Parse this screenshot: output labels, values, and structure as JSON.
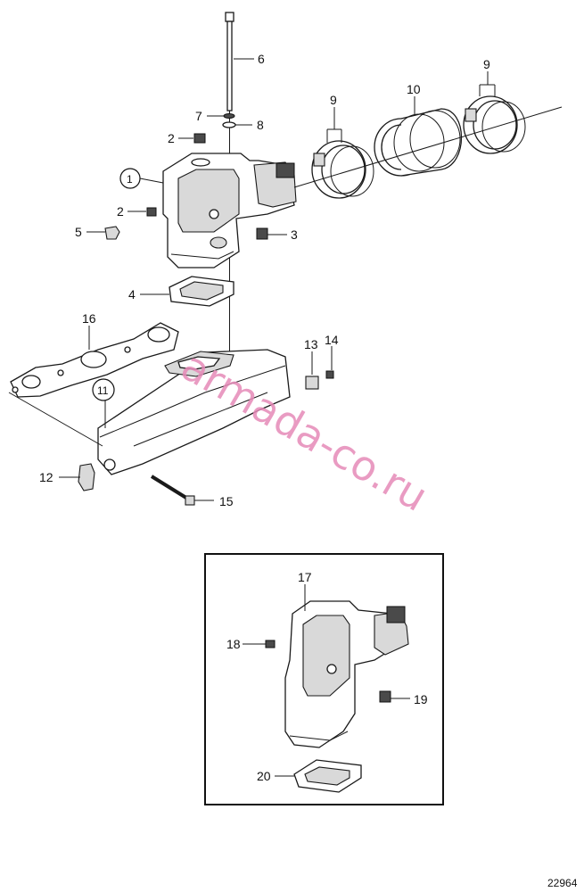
{
  "callouts": {
    "c1": "1",
    "c2a": "2",
    "c2b": "2",
    "c3": "3",
    "c4": "4",
    "c5": "5",
    "c6": "6",
    "c7": "7",
    "c8": "8",
    "c9a": "9",
    "c9b": "9",
    "c10": "10",
    "c11": "11",
    "c12": "12",
    "c13": "13",
    "c14": "14",
    "c15": "15",
    "c16": "16",
    "c17": "17",
    "c18": "18",
    "c19": "19",
    "c20": "20"
  },
  "watermark": "armada-co.ru",
  "drawing_number": "22964"
}
